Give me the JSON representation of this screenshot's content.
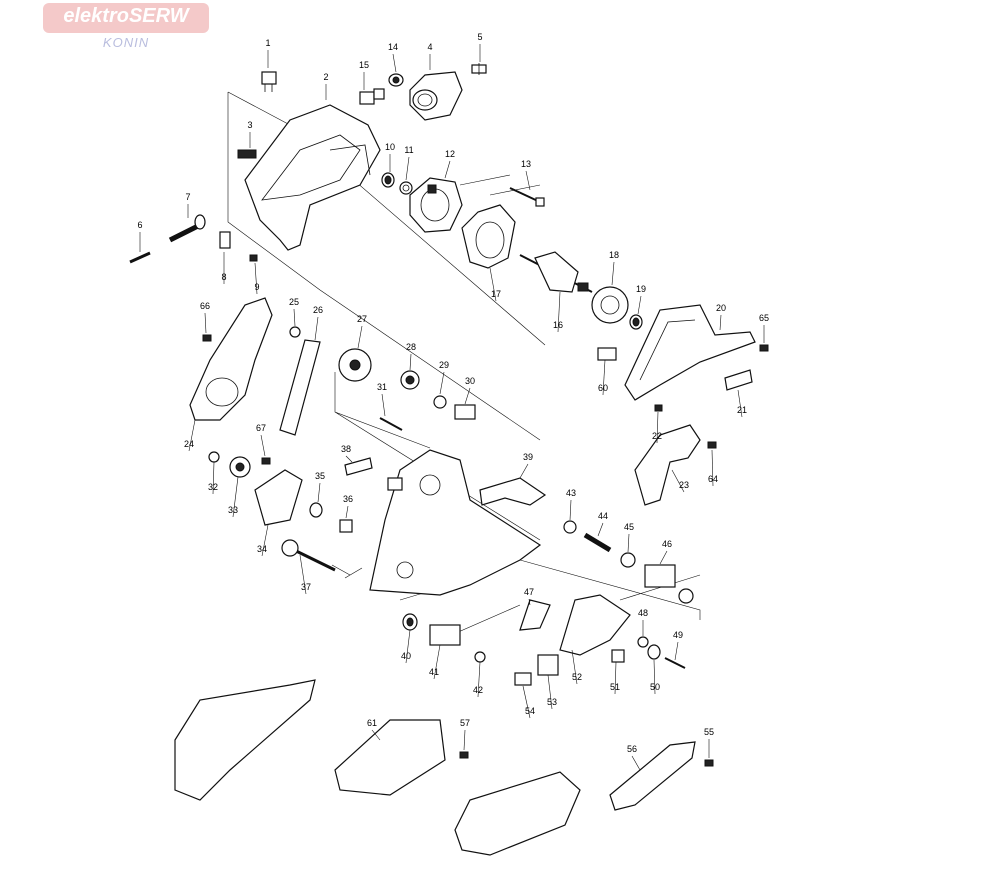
{
  "branding": {
    "name": "elektroSERW",
    "location": "KONIN",
    "colors": {
      "badge": "#f4c9c9",
      "text": "#ffffff",
      "sub": "#b9bdde"
    }
  },
  "parts": [
    {
      "id": "1"
    },
    {
      "id": "2"
    },
    {
      "id": "3"
    },
    {
      "id": "4"
    },
    {
      "id": "5"
    },
    {
      "id": "6"
    },
    {
      "id": "7"
    },
    {
      "id": "8"
    },
    {
      "id": "9"
    },
    {
      "id": "10"
    },
    {
      "id": "11"
    },
    {
      "id": "12"
    },
    {
      "id": "13"
    },
    {
      "id": "14"
    },
    {
      "id": "15"
    },
    {
      "id": "16"
    },
    {
      "id": "17"
    },
    {
      "id": "18"
    },
    {
      "id": "19"
    },
    {
      "id": "20"
    },
    {
      "id": "21"
    },
    {
      "id": "22"
    },
    {
      "id": "23"
    },
    {
      "id": "24"
    },
    {
      "id": "25"
    },
    {
      "id": "26"
    },
    {
      "id": "27"
    },
    {
      "id": "28"
    },
    {
      "id": "29"
    },
    {
      "id": "30"
    },
    {
      "id": "31"
    },
    {
      "id": "32"
    },
    {
      "id": "33"
    },
    {
      "id": "34"
    },
    {
      "id": "35"
    },
    {
      "id": "36"
    },
    {
      "id": "37"
    },
    {
      "id": "38"
    },
    {
      "id": "39"
    },
    {
      "id": "40"
    },
    {
      "id": "41"
    },
    {
      "id": "42"
    },
    {
      "id": "43"
    },
    {
      "id": "44"
    },
    {
      "id": "45"
    },
    {
      "id": "46"
    },
    {
      "id": "47"
    },
    {
      "id": "48"
    },
    {
      "id": "49"
    },
    {
      "id": "50"
    },
    {
      "id": "51"
    },
    {
      "id": "52"
    },
    {
      "id": "53"
    },
    {
      "id": "54"
    },
    {
      "id": "55"
    },
    {
      "id": "56"
    },
    {
      "id": "57"
    },
    {
      "id": "60"
    },
    {
      "id": "61"
    },
    {
      "id": "64"
    },
    {
      "id": "65"
    },
    {
      "id": "66"
    },
    {
      "id": "67"
    }
  ]
}
